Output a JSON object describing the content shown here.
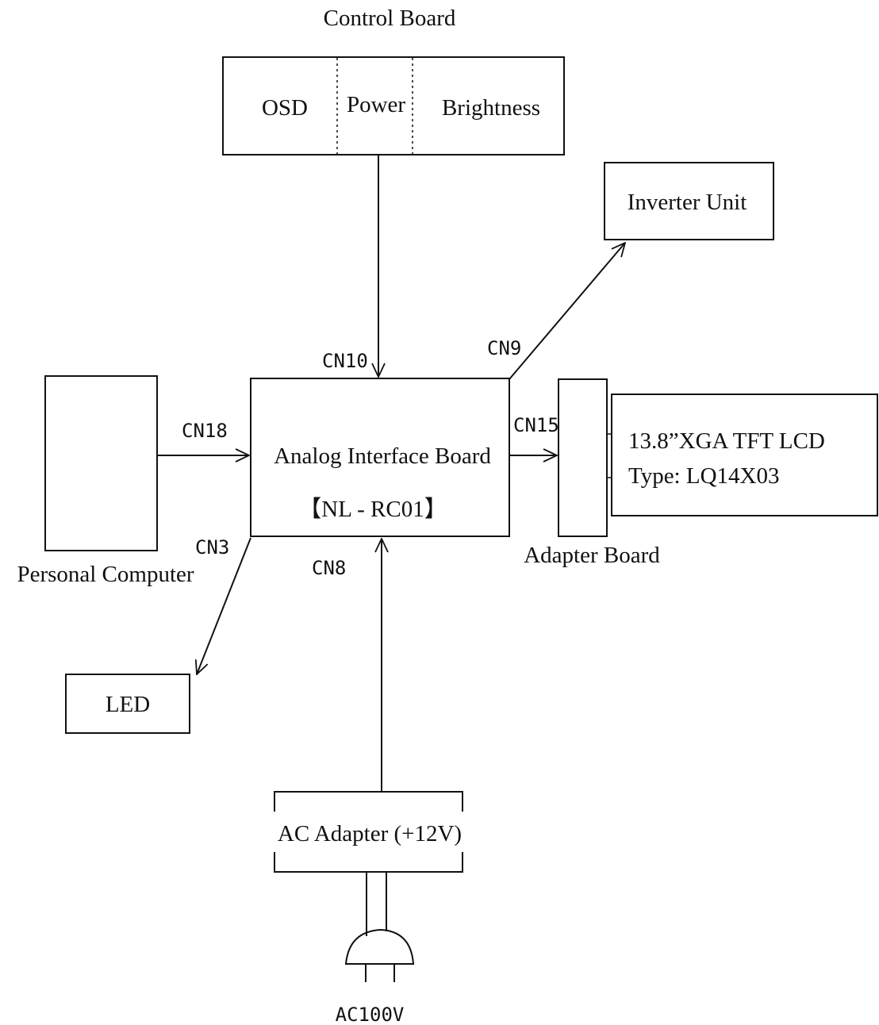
{
  "control_board": {
    "title": "Control Board",
    "segments": [
      "OSD",
      "Power",
      "Brightness"
    ]
  },
  "inverter": {
    "label": "Inverter Unit"
  },
  "analog_board": {
    "line1": "Analog Interface Board",
    "line2": "【NL - RC01】"
  },
  "personal_computer": {
    "label": "Personal Computer"
  },
  "adapter_board": {
    "label": "Adapter Board"
  },
  "lcd": {
    "line1": "13.8”XGA TFT LCD",
    "line2": "Type: LQ14X03"
  },
  "led": {
    "label": "LED"
  },
  "ac_adapter": {
    "label": "AC Adapter (+12V)"
  },
  "plug": {
    "label": "AC100V"
  },
  "connectors": {
    "cn10": "CN10",
    "cn9": "CN9",
    "cn18": "CN18",
    "cn15": "CN15",
    "cn3": "CN3",
    "cn8": "CN8"
  }
}
